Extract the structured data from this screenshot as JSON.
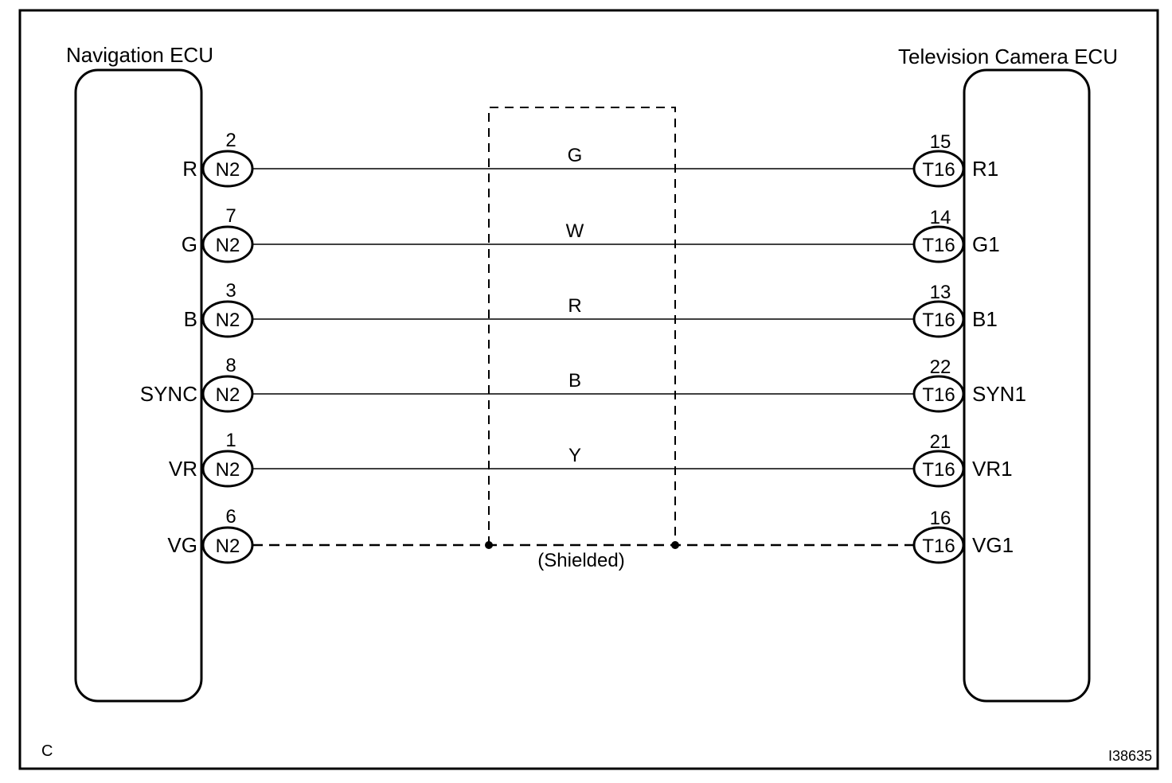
{
  "left_ecu": {
    "title": "Navigation ECU",
    "connector": "N2"
  },
  "right_ecu": {
    "title": "Television Camera ECU",
    "connector": "T16"
  },
  "wires": [
    {
      "left_signal": "R",
      "left_pin": "2",
      "color": "G",
      "right_pin": "15",
      "right_signal": "R1",
      "style": "solid"
    },
    {
      "left_signal": "G",
      "left_pin": "7",
      "color": "W",
      "right_pin": "14",
      "right_signal": "G1",
      "style": "solid"
    },
    {
      "left_signal": "B",
      "left_pin": "3",
      "color": "R",
      "right_pin": "13",
      "right_signal": "B1",
      "style": "solid"
    },
    {
      "left_signal": "SYNC",
      "left_pin": "8",
      "color": "B",
      "right_pin": "22",
      "right_signal": "SYN1",
      "style": "solid"
    },
    {
      "left_signal": "VR",
      "left_pin": "1",
      "color": "Y",
      "right_pin": "21",
      "right_signal": "VR1",
      "style": "solid"
    },
    {
      "left_signal": "VG",
      "left_pin": "6",
      "color": "",
      "right_pin": "16",
      "right_signal": "VG1",
      "style": "dashed"
    }
  ],
  "shield_label": "(Shielded)",
  "corner_label": "C",
  "figure_id": "I38635"
}
